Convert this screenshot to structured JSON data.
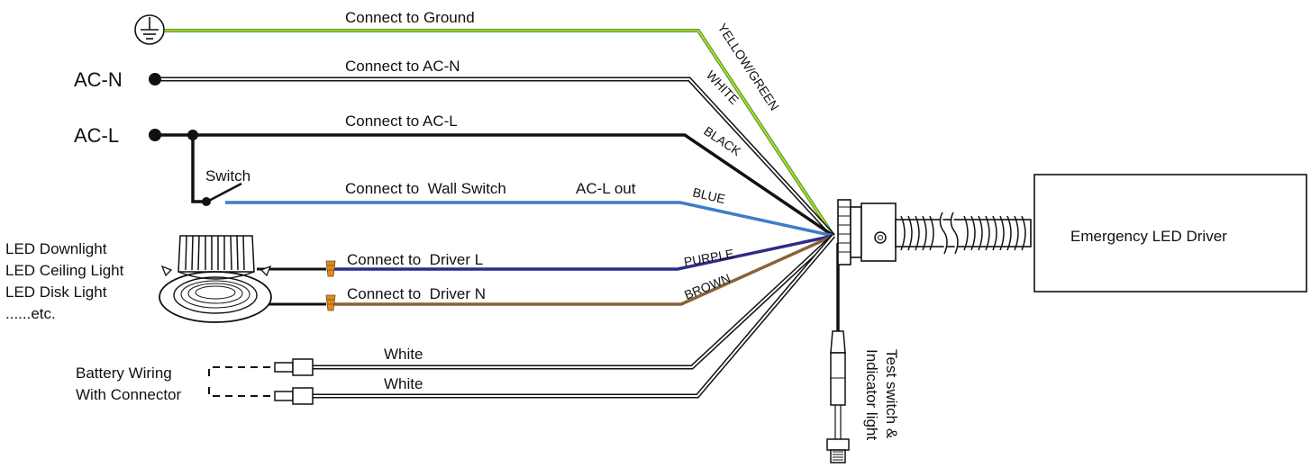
{
  "terminals": {
    "acn": "AC-N",
    "acl": "AC-L",
    "switch": "Switch"
  },
  "connections": {
    "ground": "Connect to Ground",
    "acn": "Connect to AC-N",
    "acl": "Connect to AC-L",
    "wall_switch": "Connect to  Wall Switch",
    "acl_out": "AC-L out",
    "driver_l": "Connect to  Driver L",
    "driver_n": "Connect to  Driver N",
    "battery_1": "White",
    "battery_2": "White"
  },
  "wire_colors_text": {
    "ground": "YELLOW/GREEN",
    "neutral": "WHITE",
    "line": "BLACK",
    "switched": "BLUE",
    "driver_l": "PURPLE",
    "driver_n": "BROWN"
  },
  "light_types": [
    "LED Downlight",
    "LED Ceiling Light",
    "LED Disk Light",
    "......etc."
  ],
  "battery": [
    "Battery Wiring",
    "With Connector"
  ],
  "test_switch": [
    "Test switch &",
    "Indicator light"
  ],
  "driver": {
    "label": "Emergency LED Driver"
  },
  "colors": {
    "ground_green": "#3ca63c",
    "ground_yellow": "#e6d21a",
    "blue": "#3d7cc9",
    "purple": "#2e2a8a",
    "brown": "#8a6236",
    "black": "#111111"
  }
}
